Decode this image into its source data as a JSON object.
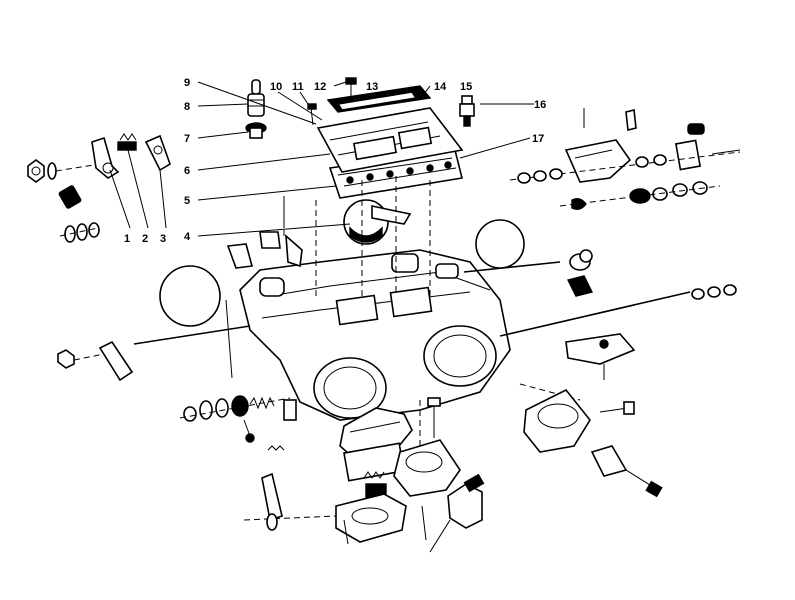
{
  "diagram": {
    "callouts": [
      {
        "id": "1",
        "label": "1"
      },
      {
        "id": "2",
        "label": "2"
      },
      {
        "id": "3",
        "label": "3"
      },
      {
        "id": "4",
        "label": "4"
      },
      {
        "id": "5",
        "label": "5"
      },
      {
        "id": "6",
        "label": "6"
      },
      {
        "id": "7",
        "label": "7"
      },
      {
        "id": "8",
        "label": "8"
      },
      {
        "id": "9",
        "label": "9"
      },
      {
        "id": "10",
        "label": "10"
      },
      {
        "id": "11",
        "label": "11"
      },
      {
        "id": "12",
        "label": "12"
      },
      {
        "id": "13",
        "label": "13"
      },
      {
        "id": "14",
        "label": "14"
      },
      {
        "id": "15",
        "label": "15"
      },
      {
        "id": "16",
        "label": "16"
      },
      {
        "id": "17",
        "label": "17"
      }
    ],
    "colors": {
      "ink": "#000000",
      "paper": "#ffffff"
    }
  }
}
